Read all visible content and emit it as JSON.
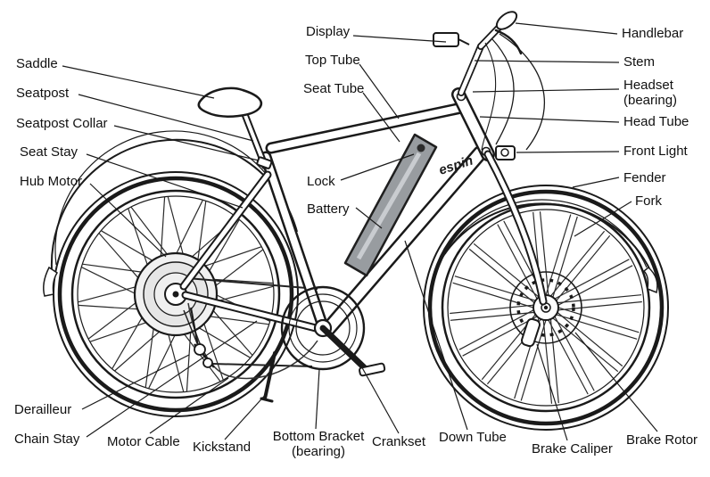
{
  "diagram": {
    "brand": "espin",
    "labels": {
      "saddle": "Saddle",
      "seatpost": "Seatpost",
      "seatpost_collar": "Seatpost Collar",
      "seat_stay": "Seat Stay",
      "hub_motor": "Hub Motor",
      "derailleur": "Derailleur",
      "chain_stay": "Chain Stay",
      "motor_cable": "Motor Cable",
      "kickstand": "Kickstand",
      "bottom_bracket": "Bottom Bracket (bearing)",
      "crankset": "Crankset",
      "down_tube": "Down Tube",
      "brake_caliper": "Brake Caliper",
      "brake_rotor": "Brake Rotor",
      "display": "Display",
      "top_tube": "Top Tube",
      "seat_tube": "Seat Tube",
      "lock": "Lock",
      "battery": "Battery",
      "handlebar": "Handlebar",
      "stem": "Stem",
      "headset": "Headset (bearing)",
      "head_tube": "Head Tube",
      "front_light": "Front Light",
      "fender": "Fender",
      "fork": "Fork"
    }
  }
}
